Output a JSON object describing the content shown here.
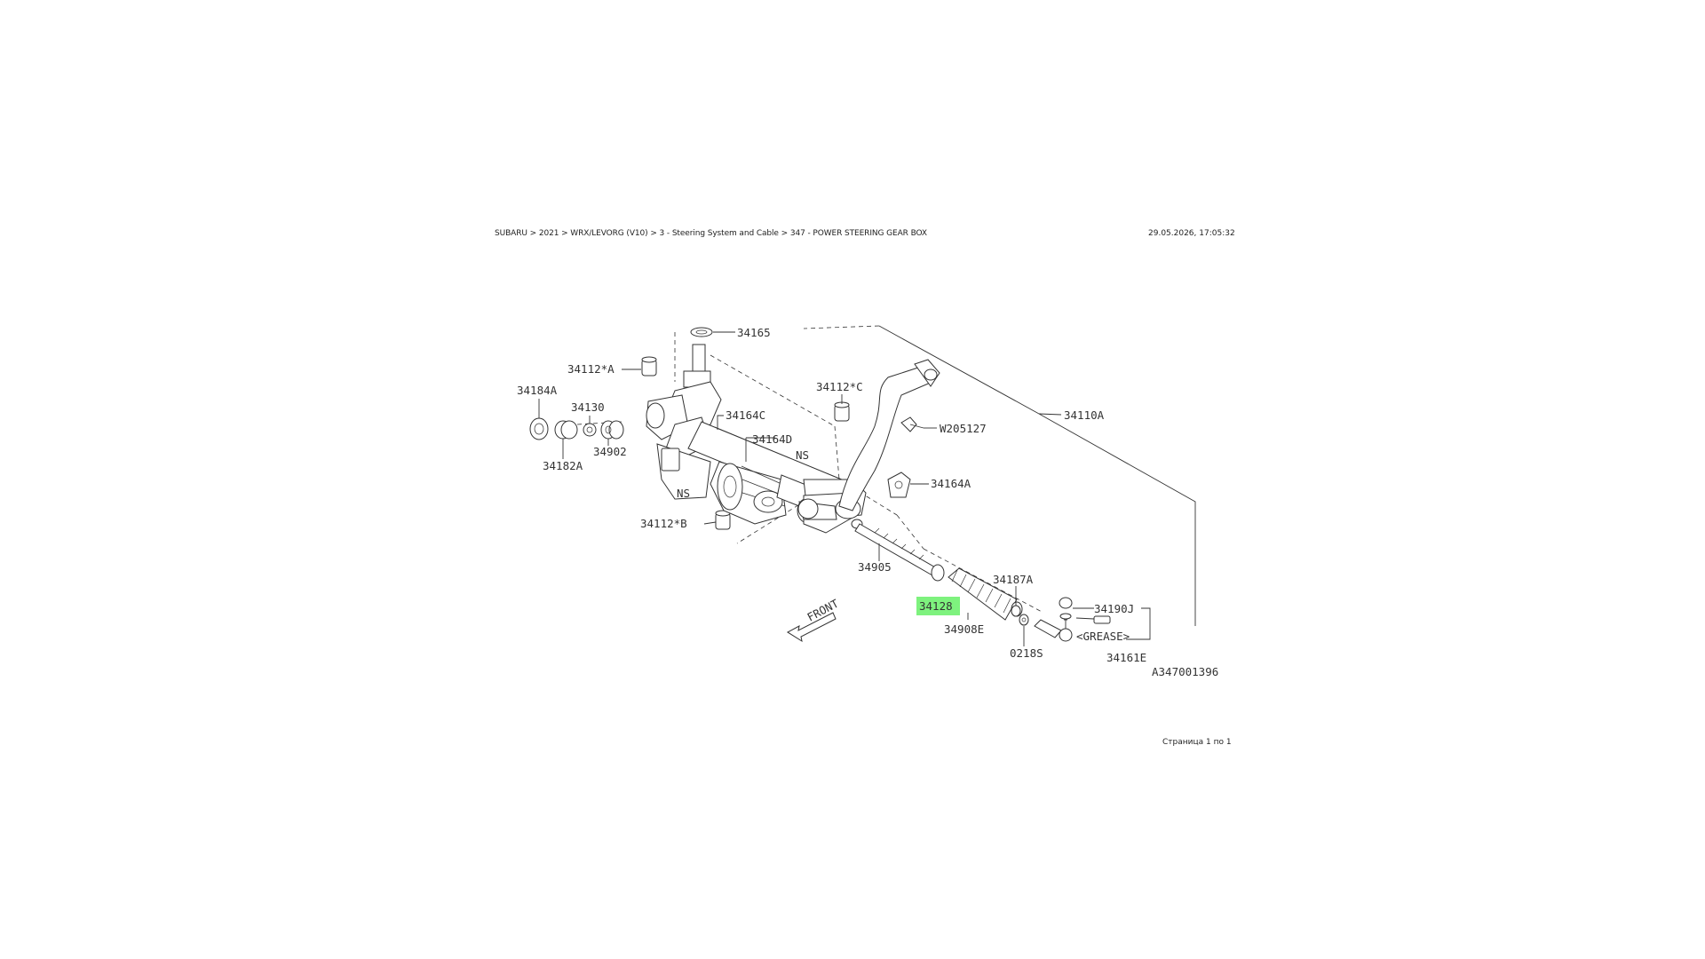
{
  "header": {
    "breadcrumb": "SUBARU > 2021 > WRX/LEVORG (V10) > 3 - Steering System and Cable > 347 - POWER STEERING GEAR BOX",
    "timestamp": "29.05.2026, 17:05:32"
  },
  "footer": {
    "page_indicator": "Страница 1 по 1"
  },
  "diagram": {
    "highlight_color": "#7ef27e",
    "highlighted_part": "34128",
    "labels": {
      "p34165": "34165",
      "p34112A": "34112*A",
      "p34184A": "34184A",
      "p34130": "34130",
      "p34902": "34902",
      "p34182A": "34182A",
      "p34164C": "34164C",
      "p34164D": "34164D",
      "ns1": "NS",
      "ns2": "NS",
      "p34112C": "34112*C",
      "pW205127": "W205127",
      "p34110A": "34110A",
      "p34164A": "34164A",
      "p34112B": "34112*B",
      "p34905": "34905",
      "p34187A": "34187A",
      "p34128": "34128",
      "p34908E": "34908E",
      "p34190J": "34190J",
      "grease": "<GREASE>",
      "p0218S": "0218S",
      "p34161E": "34161E",
      "front": "FRONT",
      "code": "A347001396"
    }
  }
}
